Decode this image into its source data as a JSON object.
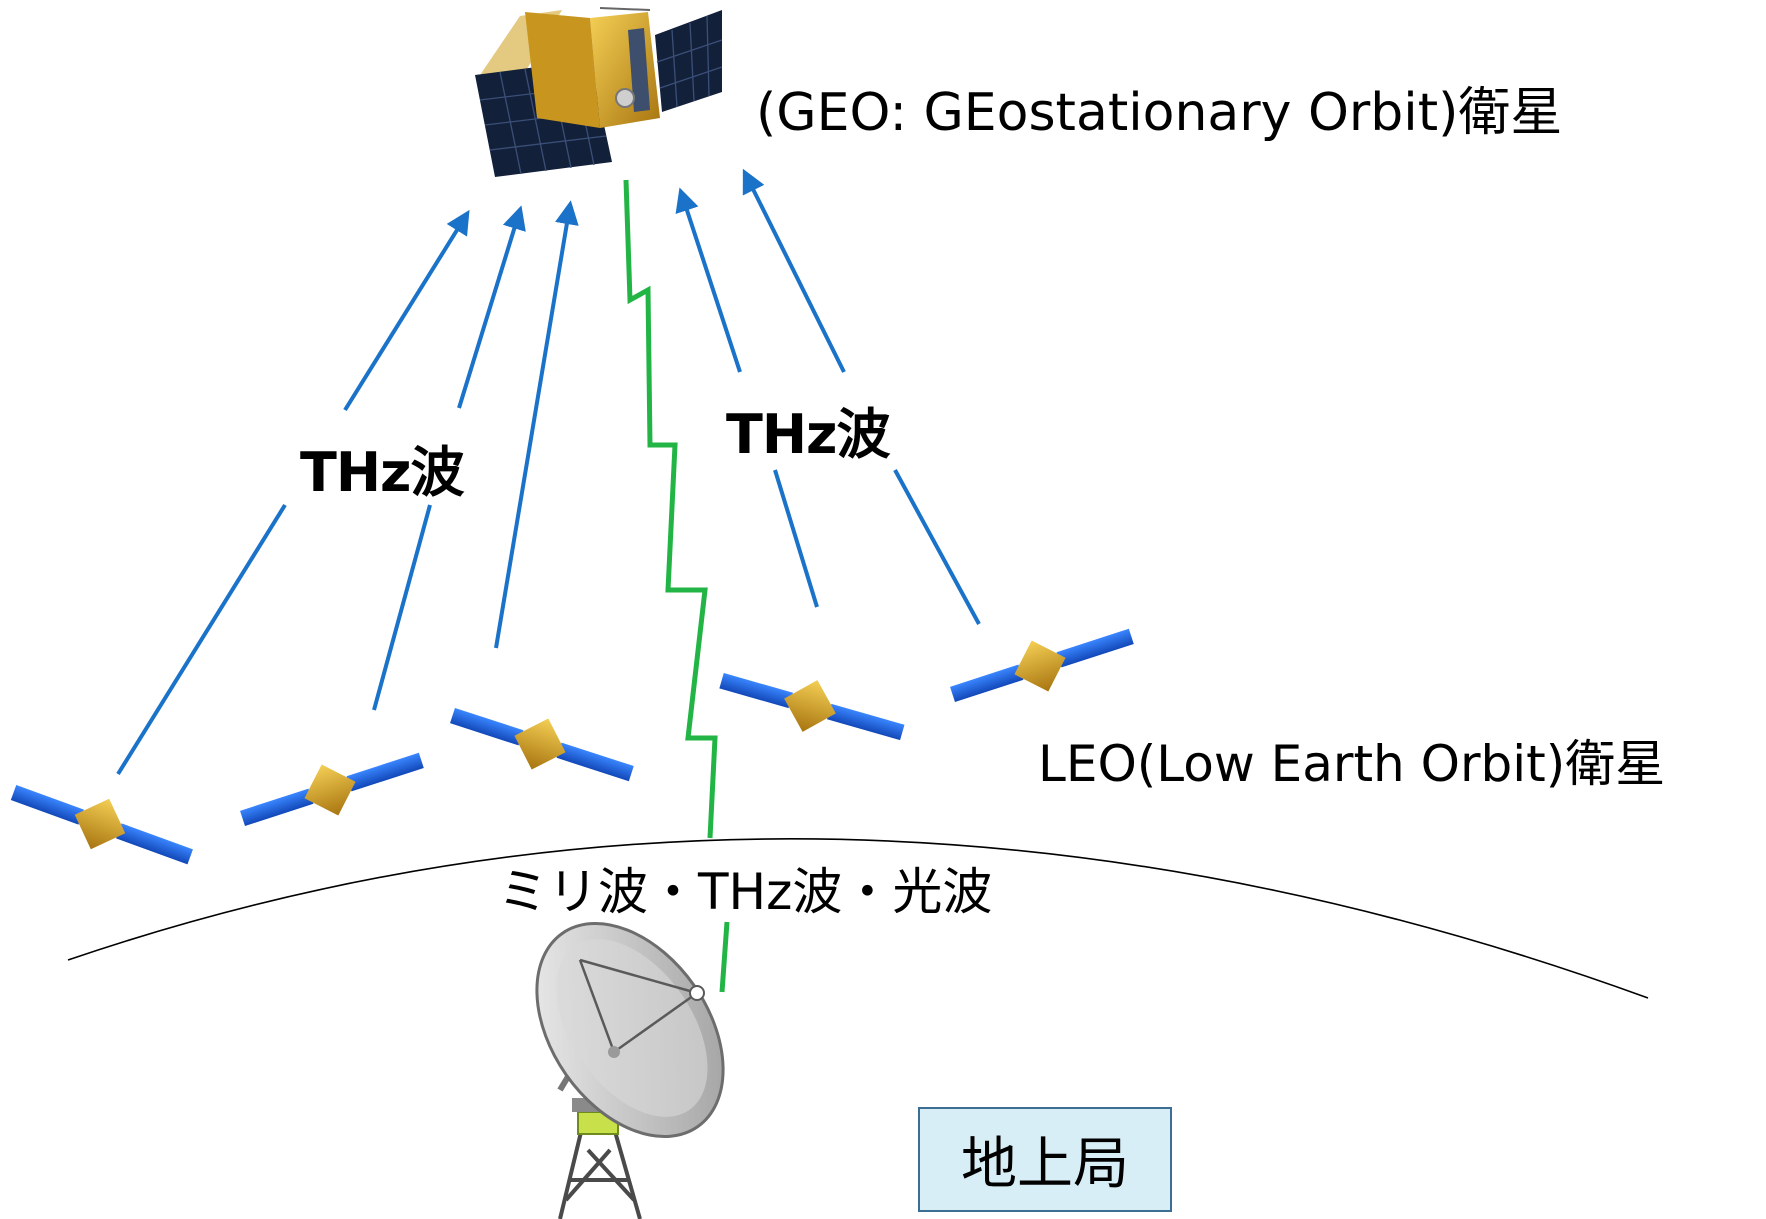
{
  "labels": {
    "geo_satellite": "(GEO: GEostationary Orbit)衛星",
    "thz_left": "THz波",
    "thz_right": "THz波",
    "leo_satellite": "LEO(Low Earth Orbit)衛星",
    "ground_link": "ミリ波・THz波・光波",
    "ground_station": "地上局"
  },
  "colors": {
    "thz_link": "#1a73c9",
    "ground_link": "#22b545",
    "earth_arc": "#000000",
    "station_box_fill": "#d7eef6",
    "station_box_border": "#3b6e92",
    "solar_panel": "#1e66e0",
    "satellite_body": "#d6a018"
  },
  "icons": [
    "geo-satellite-icon",
    "leo-satellite-icon",
    "ground-antenna-icon"
  ]
}
